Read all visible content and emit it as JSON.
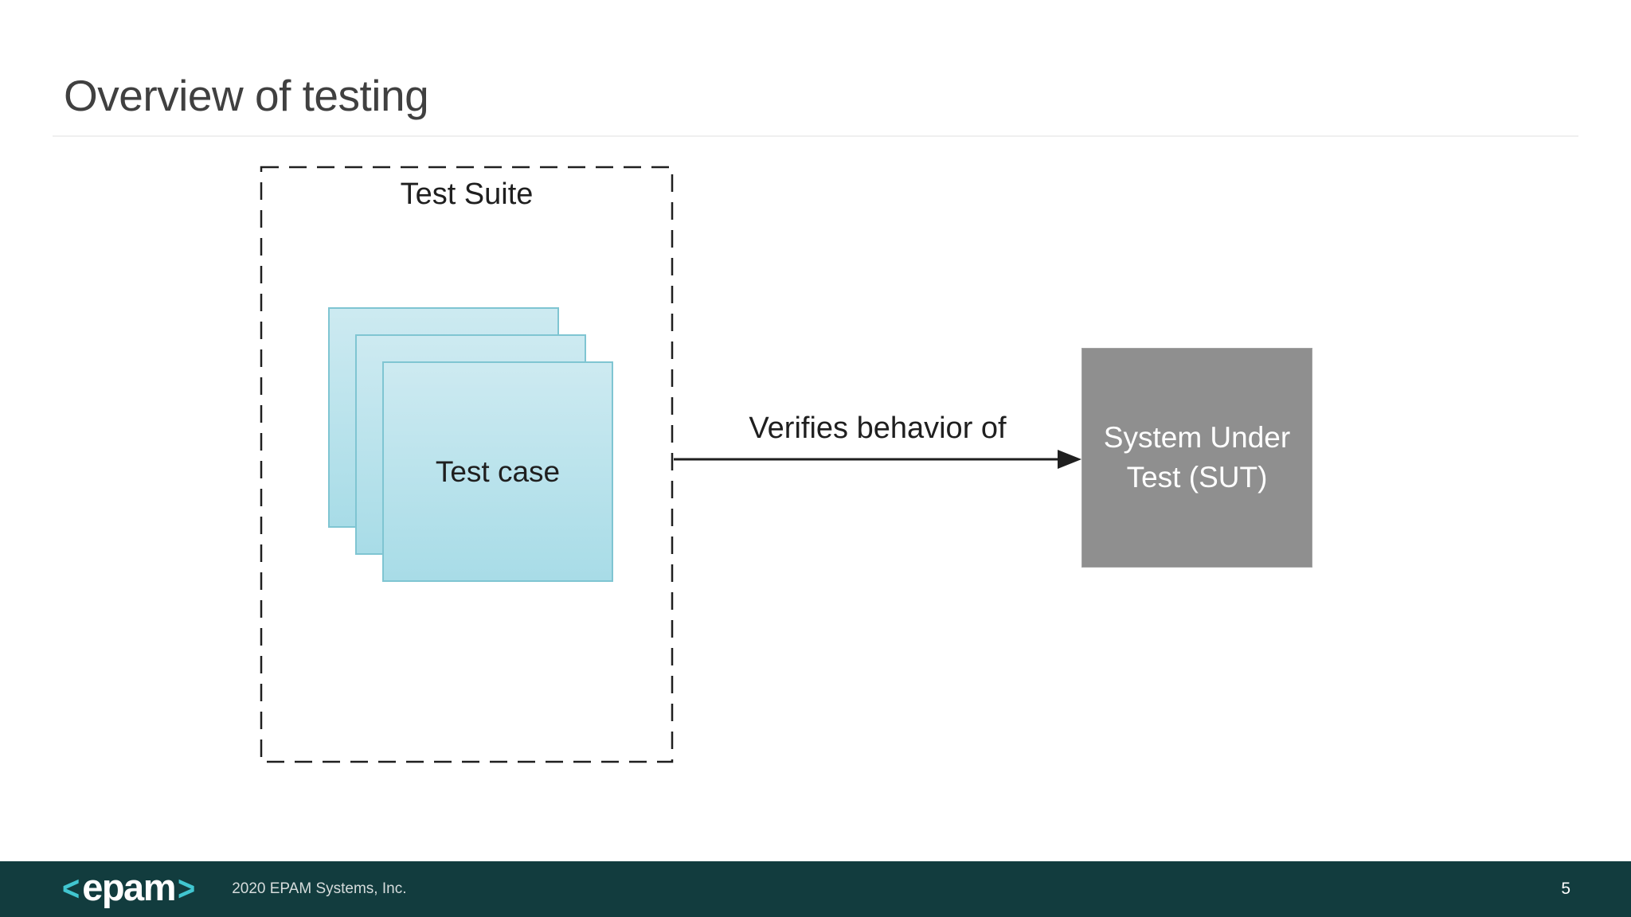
{
  "slide": {
    "title": "Overview of testing",
    "page_number": "5"
  },
  "diagram": {
    "test_suite": {
      "label": "Test Suite"
    },
    "test_case": {
      "label": "Test case",
      "stack_count": 3
    },
    "arrow": {
      "label": "Verifies behavior of"
    },
    "sut": {
      "label": "System Under Test (SUT)"
    }
  },
  "footer": {
    "logo": {
      "left_bracket": "<",
      "text": "epam",
      "right_bracket": ">"
    },
    "copyright": "2020 EPAM Systems, Inc."
  },
  "colors": {
    "title_text": "#404040",
    "diagram_text": "#1F1F1F",
    "test_case_fill_top": "#CDEAF1",
    "test_case_fill_bottom": "#A8DCE7",
    "test_case_border": "#7FC5D2",
    "sut_fill": "#8F8F8F",
    "sut_text": "#FFFFFF",
    "footer_background": "#123C3E",
    "logo_accent": "#41C6D0",
    "arrow_stroke": "#1F1F1F"
  }
}
